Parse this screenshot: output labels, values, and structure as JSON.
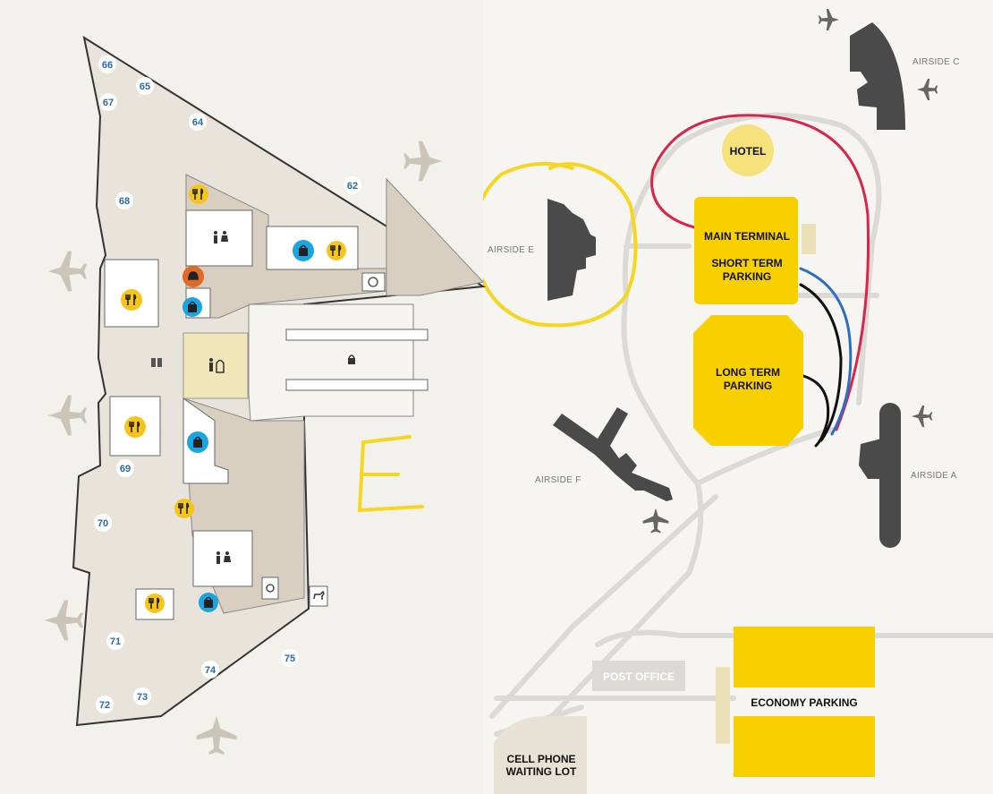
{
  "terminal_map": {
    "gates": [
      "66",
      "65",
      "67",
      "64",
      "62",
      "68",
      "69",
      "70",
      "71",
      "72",
      "73",
      "74",
      "75"
    ],
    "hand_annotation": "E"
  },
  "overview_map": {
    "airsides": {
      "c": "AIRSIDE C",
      "e": "AIRSIDE E",
      "f": "AIRSIDE F",
      "a": "AIRSIDE A"
    },
    "hotel": "HOTEL",
    "main_terminal": "MAIN TERMINAL",
    "short_term_parking": [
      "SHORT TERM",
      "PARKING"
    ],
    "long_term_parking": [
      "LONG TERM",
      "PARKING"
    ],
    "post_office": "POST OFFICE",
    "economy_parking": "ECONOMY PARKING",
    "cell_phone_lot": [
      "CELL PHONE",
      "WAITING LOT"
    ]
  },
  "icons": [
    "restaurant-icon",
    "restroom-icon",
    "shopping-bag-icon",
    "service-bell-icon",
    "elevator-icon",
    "atm-icon",
    "family-restroom-icon",
    "security-icon",
    "relief-area-icon",
    "pet-relief-icon",
    "airplane-icon"
  ],
  "colors": {
    "background": "#f3f1ec",
    "terminal_floor": "#e8e4dc",
    "concourse_core": "#d8cfc0",
    "yellow": "#f8d000",
    "annotation_yellow": "#f7d622",
    "blue_icon": "#1aa4e0",
    "orange_icon": "#e06a28",
    "airside_gray": "#4a4a4a",
    "route_red": "#d8264a",
    "route_blue": "#2a6fc2",
    "route_black": "#111111"
  }
}
